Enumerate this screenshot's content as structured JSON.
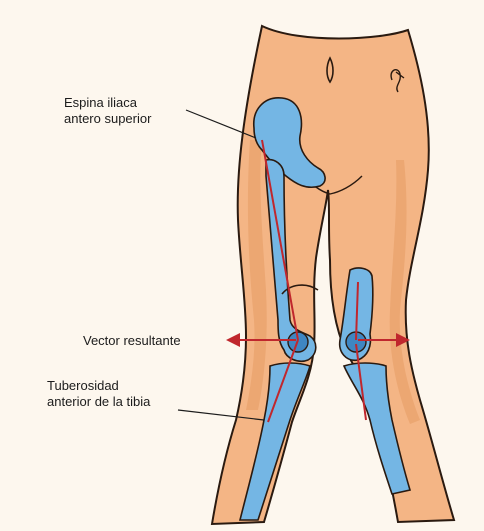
{
  "labels": {
    "espina_line1": "Espina iliaca",
    "espina_line2": "antero superior",
    "vector": "Vector resultante",
    "tuberosidad_line1": "Tuberosidad",
    "tuberosidad_line2": "anterior de la tibia"
  },
  "colors": {
    "skin": "#f4b585",
    "skin_shade": "#e59a62",
    "outline": "#2a1a10",
    "bone": "#74b6e4",
    "bone_dark": "#3f86c2",
    "vector_red": "#c0272d",
    "background": "#fdf7ee"
  }
}
